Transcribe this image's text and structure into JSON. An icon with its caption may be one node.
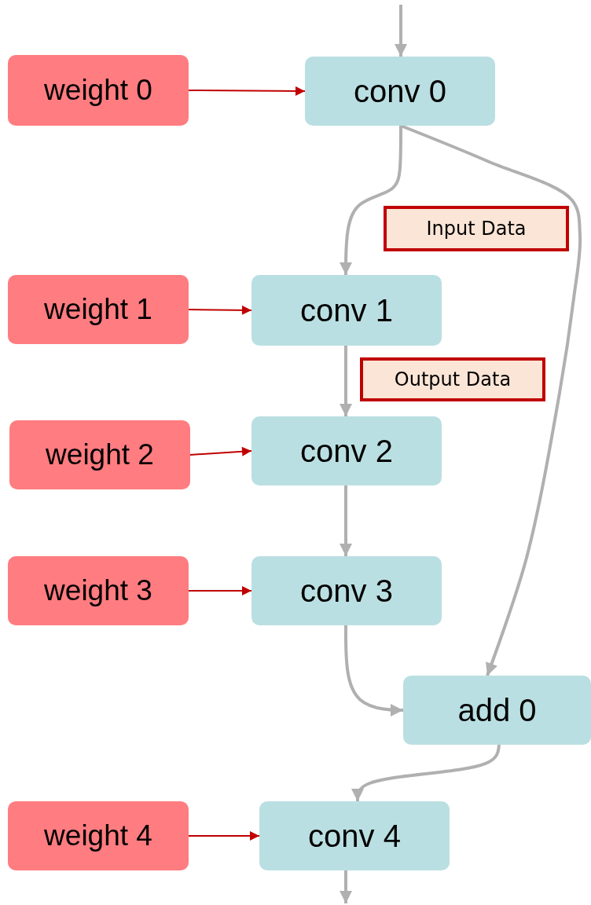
{
  "diagram": {
    "nodes": [
      {
        "text": [
          "weight 0"
        ]
      },
      {
        "text": [
          "conv 0"
        ]
      },
      {
        "text": [
          "Input Data"
        ]
      },
      {
        "text": [
          "weight 1"
        ]
      },
      {
        "text": [
          "conv 1"
        ]
      },
      {
        "text": [
          "Output Data"
        ]
      },
      {
        "text": [
          "weight 2"
        ]
      },
      {
        "text": [
          "conv 2"
        ]
      },
      {
        "text": [
          "weight 3"
        ]
      },
      {
        "text": [
          "conv 3"
        ]
      },
      {
        "text": [
          "add 0"
        ]
      },
      {
        "text": [
          "weight 4"
        ]
      },
      {
        "text": [
          "conv 4"
        ]
      }
    ],
    "edges": [
      {
        "from": null,
        "to": 1,
        "arrow": "to"
      },
      {
        "from": 0,
        "to": 1,
        "arrow": "to",
        "color": "#c00000"
      },
      {
        "from": 1,
        "to": 4,
        "arrow": "to"
      },
      {
        "from": 1,
        "to": 10,
        "arrow": "to"
      },
      {
        "from": 3,
        "to": 4,
        "arrow": "to",
        "color": "#c00000"
      },
      {
        "from": 4,
        "to": 7,
        "arrow": "to"
      },
      {
        "from": 6,
        "to": 7,
        "arrow": "to",
        "color": "#c00000"
      },
      {
        "from": 7,
        "to": 9,
        "arrow": "to"
      },
      {
        "from": 8,
        "to": 9,
        "arrow": "to",
        "color": "#c00000"
      },
      {
        "from": 9,
        "to": 10,
        "arrow": "to"
      },
      {
        "from": 10,
        "to": 12,
        "arrow": "to"
      },
      {
        "from": 11,
        "to": 12,
        "arrow": "to",
        "color": "#c00000"
      },
      {
        "from": 12,
        "to": null,
        "arrow": "to"
      }
    ]
  }
}
